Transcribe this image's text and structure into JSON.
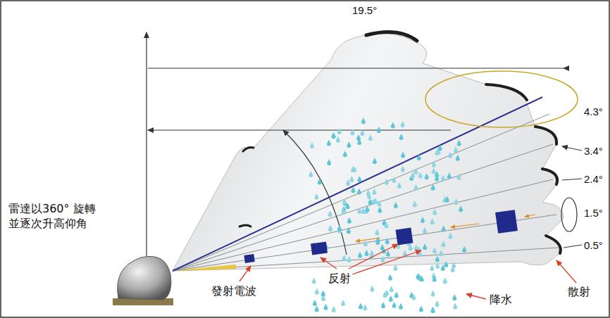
{
  "diagram": {
    "labels": [
      "19.5°",
      "4.3°",
      "3.4°",
      "2.4°",
      "1.5°",
      "0.5°",
      "雷達以360° 旋轉 並逐次升高仰角",
      "發射電波",
      "反射",
      "降水",
      "散射"
    ]
  }
}
